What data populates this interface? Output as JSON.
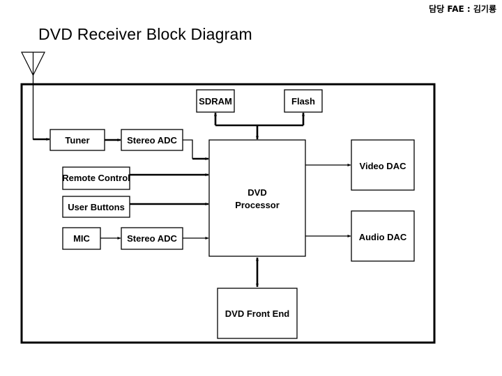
{
  "header": {
    "note": "담당 FAE : 김기룡",
    "title": "DVD Receiver Block Diagram"
  },
  "blocks": {
    "sdram": "SDRAM",
    "flash": "Flash",
    "tuner": "Tuner",
    "stereo_adc_top": "Stereo ADC",
    "remote_control": "Remote Control",
    "user_buttons": "User Buttons",
    "mic": "MIC",
    "stereo_adc_bottom": "Stereo ADC",
    "dvd_processor_line1": "DVD",
    "dvd_processor_line2": "Processor",
    "video_dac": "Video DAC",
    "audio_dac": "Audio DAC",
    "dvd_front_end": "DVD Front End"
  },
  "icons": {
    "antenna": "antenna-icon"
  },
  "colors": {
    "line": "#000000",
    "background": "#ffffff"
  }
}
